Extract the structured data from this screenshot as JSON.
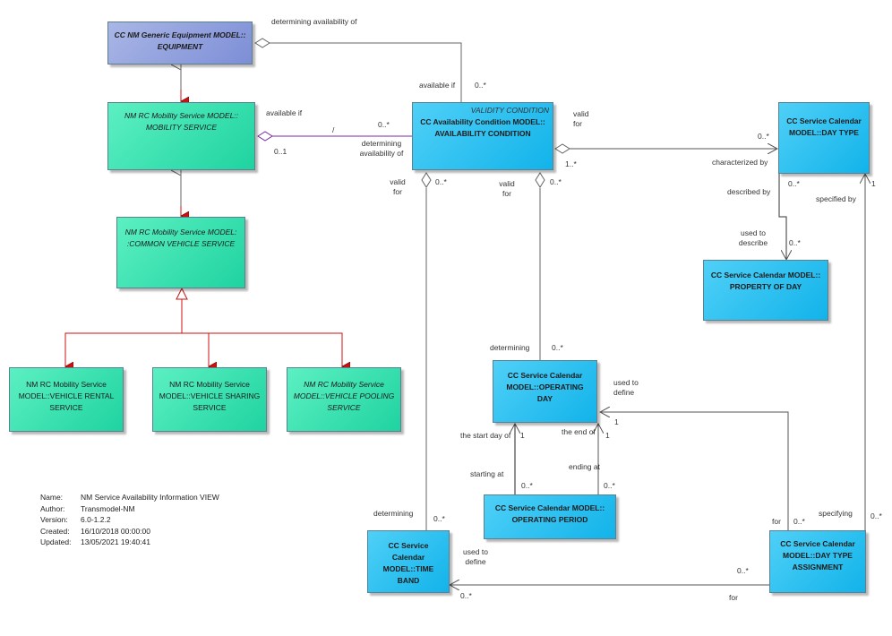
{
  "classes": {
    "equipment": "CC NM Generic Equipment MODEL:: EQUIPMENT",
    "mobility_service": "NM RC Mobility Service MODEL:: MOBILITY SERVICE",
    "common_vehicle_service": "NM RC Mobility Service MODEL: :COMMON VEHICLE SERVICE",
    "vehicle_rental_service": "NM RC Mobility Service MODEL::VEHICLE RENTAL SERVICE",
    "vehicle_sharing_service": "NM RC Mobility Service MODEL::VEHICLE SHARING SERVICE",
    "vehicle_pooling_service": "NM RC Mobility Service MODEL::VEHICLE POOLING SERVICE",
    "availability_condition_stereotype": "VALIDITY CONDITION",
    "availability_condition": "CC Availability Condition MODEL:: AVAILABILITY CONDITION",
    "day_type": "CC Service Calendar MODEL::DAY TYPE",
    "property_of_day": "CC Service Calendar MODEL:: PROPERTY OF DAY",
    "operating_day": "CC Service Calendar MODEL::OPERATING DAY",
    "operating_period": "CC Service Calendar MODEL:: OPERATING PERIOD",
    "time_band": "CC Service Calendar MODEL::TIME BAND",
    "day_type_assignment": "CC Service Calendar MODEL::DAY TYPE ASSIGNMENT"
  },
  "labels": {
    "determining_availability_of_top": "determining availability of",
    "available_if_1": "available if",
    "mult_0_star_1": "0..*",
    "available_if_2": "available if",
    "slash": "/",
    "mult_0_star_2": "0..*",
    "determining_availability_of": "determining availability of",
    "mult_0_1": "0..1",
    "valid_for_right": "valid for",
    "mult_0_star_daytype": "0..*",
    "mult_1_star": "1..*",
    "characterized_by": "characterized by",
    "described_by": "described by",
    "mult_0_star_descr": "0..*",
    "specified_by": "specified by",
    "mult_1_spec": "1",
    "used_to_describe": "used to describe",
    "mult_0_star_prop": "0..*",
    "valid_for_tb": "valid for",
    "mult_0_star_tb": "0..*",
    "valid_for_od": "valid for",
    "mult_0_star_od": "0..*",
    "determining_od": "determining",
    "mult_0_star_od2": "0..*",
    "used_to_define_od": "used to define",
    "mult_1_od": "1",
    "the_start_day_of": "the start day of",
    "mult_1_start": "1",
    "the_end_of": "the end of",
    "mult_1_end": "1",
    "starting_at": "starting at",
    "mult_0_star_start": "0..*",
    "ending_at": "ending at",
    "mult_0_star_end": "0..*",
    "determining_tb": "determining",
    "mult_0_star_tb2": "0..*",
    "used_to_define_tb": "used to define",
    "for_dta": "for",
    "mult_0_star_for": "0..*",
    "specifying": "specifying",
    "mult_0_star_spec": "0..*",
    "mult_0_star_dta": "0..*",
    "mult_0_star_tb3": "0..*",
    "for_bottom": "for"
  },
  "meta": {
    "name_key": "Name:",
    "name_val": "NM Service Availability Information VIEW",
    "author_key": "Author:",
    "author_val": "Transmodel-NM",
    "version_key": "Version:",
    "version_val": "6.0-1.2.2",
    "created_key": "Created:",
    "created_val": "16/10/2018 00:00:00",
    "updated_key": "Updated:",
    "updated_val": "13/05/2021 19:40:41"
  },
  "colors": {
    "green_class": "#20d6a3",
    "blue_class": "#16b5eb",
    "equipment_class": "#8090d8",
    "generalization_to_parent": "#555555",
    "generalization_red": "#cc1111",
    "association_purple": "#7a2aa0"
  }
}
